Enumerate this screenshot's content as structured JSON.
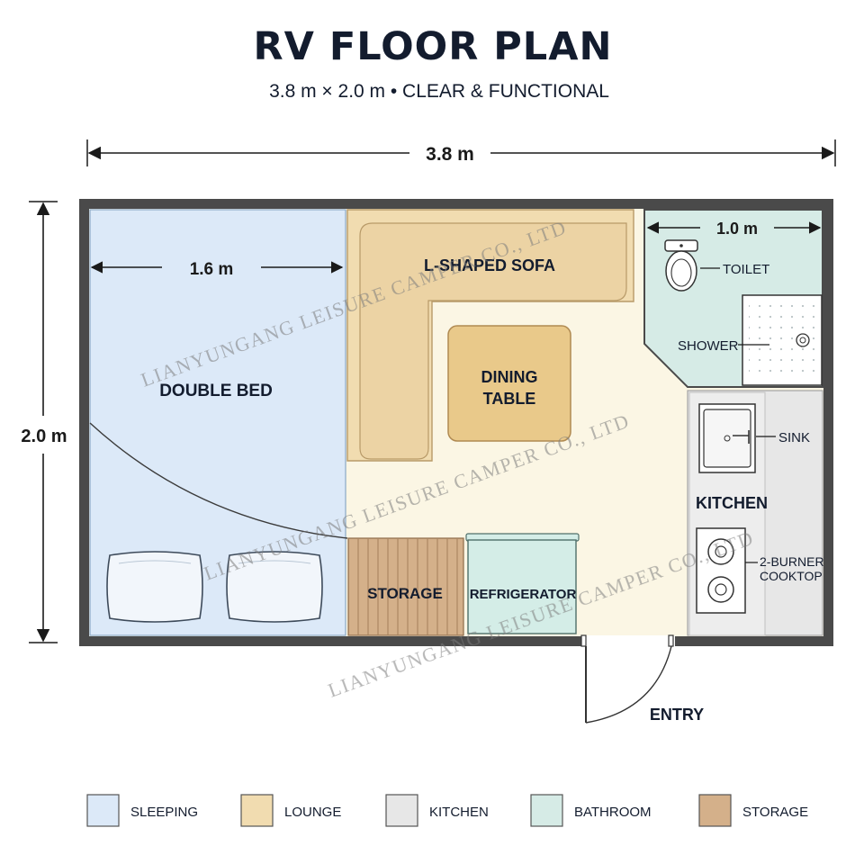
{
  "header": {
    "title": "RV FLOOR PLAN",
    "subtitle": "3.8 m × 2.0 m • CLEAR & FUNCTIONAL"
  },
  "dimensions": {
    "overall_length": "3.8 m",
    "overall_width": "2.0 m",
    "bed_width": "1.6 m",
    "bathroom_width": "1.0 m"
  },
  "rooms": {
    "bed": "DOUBLE BED",
    "sofa": "L-SHAPED SOFA",
    "table_line1": "DINING",
    "table_line2": "TABLE",
    "storage": "STORAGE",
    "fridge": "REFRIGERATOR",
    "kitchen": "KITCHEN",
    "sink": "SINK",
    "cooktop_line1": "2-BURNER",
    "cooktop_line2": "COOKTOP",
    "toilet": "TOILET",
    "shower": "SHOWER",
    "entry": "ENTRY"
  },
  "watermark": "LIANYUNGANG LEISURE CAMPER CO., LTD",
  "legend": [
    {
      "label": "SLEEPING",
      "color": "#dce9f8"
    },
    {
      "label": "LOUNGE",
      "color": "#f1dcb0"
    },
    {
      "label": "KITCHEN",
      "color": "#e7e7e7"
    },
    {
      "label": "BATHROOM",
      "color": "#d6ebe6"
    },
    {
      "label": "STORAGE",
      "color": "#d4b08a"
    }
  ],
  "colors": {
    "wall": "#4a4a4a",
    "floor": "#fbf6e4",
    "text_dark": "#131c2e",
    "sleeping": "#dce9f8",
    "lounge": "#f1dcb0",
    "table": "#e9c98a",
    "kitchen": "#e7e7e7",
    "bathroom": "#d6ebe6",
    "storage": "#d4b08a",
    "fridge": "#d4ede7"
  }
}
